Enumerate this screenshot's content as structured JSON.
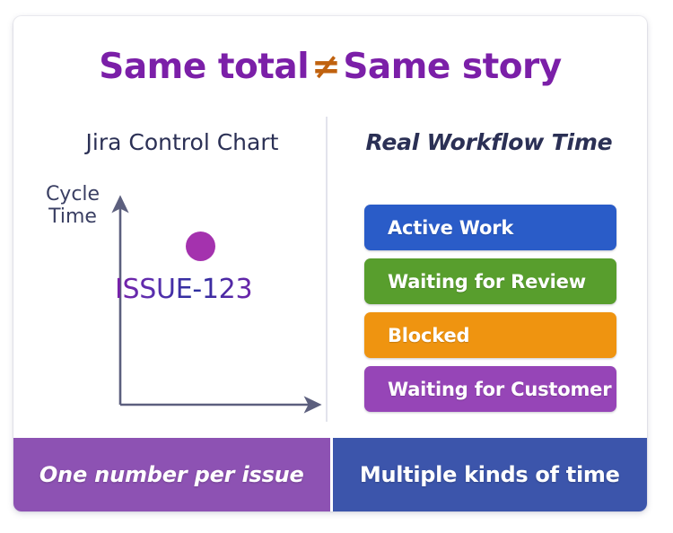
{
  "card": {
    "title_part1": "Same total",
    "title_symbol": "≠",
    "title_part2": "Same story"
  },
  "left_panel": {
    "heading": "Jira Control Chart",
    "axis_label": "Cycle\nTime",
    "axis_label_line1": "Cycle",
    "axis_label_line2": "Time",
    "data_point_label": "ISSUE-123",
    "data_point_color": "#a432ae",
    "axis_color": "#5c5f7e"
  },
  "right_panel": {
    "heading": "Real Workflow Time",
    "bars": [
      {
        "label": "Active Work",
        "color": "#2a5cc8"
      },
      {
        "label": "Waiting for Review",
        "color": "#589e2d"
      },
      {
        "label": "Blocked",
        "color": "#ef9410"
      },
      {
        "label": "Waiting for Customer",
        "color": "#9645b7"
      }
    ]
  },
  "footer": {
    "left_text": "One number per issue",
    "left_color": "#8d52b3",
    "right_text": "Multiple kinds of time",
    "right_color": "#3c55ab"
  },
  "chart_data": {
    "type": "scatter",
    "title": "Jira Control Chart",
    "xlabel": "",
    "ylabel": "Cycle Time",
    "grid": false,
    "legend": "none",
    "points": [
      {
        "label": "ISSUE-123",
        "x": 0.48,
        "y": 0.72,
        "color": "#a432ae"
      }
    ],
    "companion": {
      "type": "bar",
      "title": "Real Workflow Time",
      "orientation": "horizontal",
      "categories": [
        "Active Work",
        "Waiting for Review",
        "Blocked",
        "Waiting for Customer"
      ],
      "values": [
        1,
        1,
        1,
        1
      ],
      "colors": [
        "#2a5cc8",
        "#589e2d",
        "#ef9410",
        "#9645b7"
      ]
    }
  }
}
